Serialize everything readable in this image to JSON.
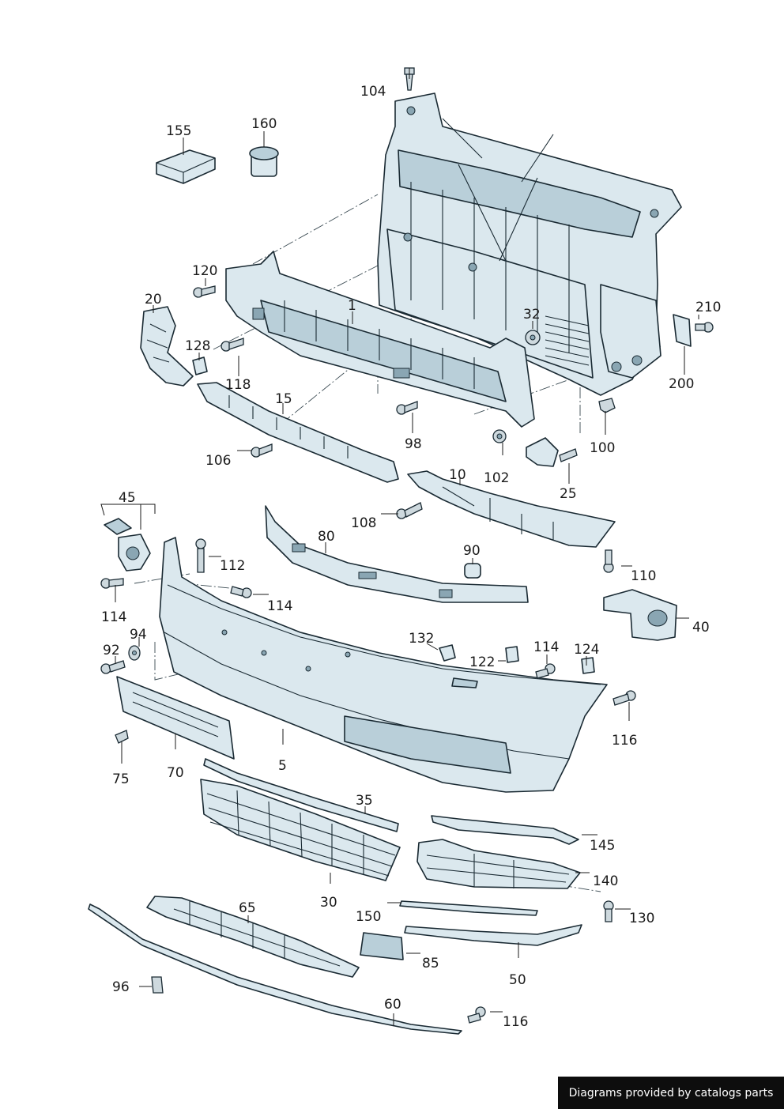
{
  "callouts": [
    "104",
    "155",
    "160",
    "120",
    "20",
    "1",
    "128",
    "118",
    "15",
    "106",
    "32",
    "210",
    "200",
    "98",
    "100",
    "102",
    "25",
    "10",
    "108",
    "45",
    "80",
    "90",
    "110",
    "112",
    "114",
    "40",
    "132",
    "122",
    "124",
    "94",
    "92",
    "116",
    "75",
    "70",
    "5",
    "35",
    "145",
    "140",
    "30",
    "130",
    "150",
    "65",
    "85",
    "50",
    "96",
    "60"
  ],
  "credit": "Diagrams provided by catalogs parts"
}
